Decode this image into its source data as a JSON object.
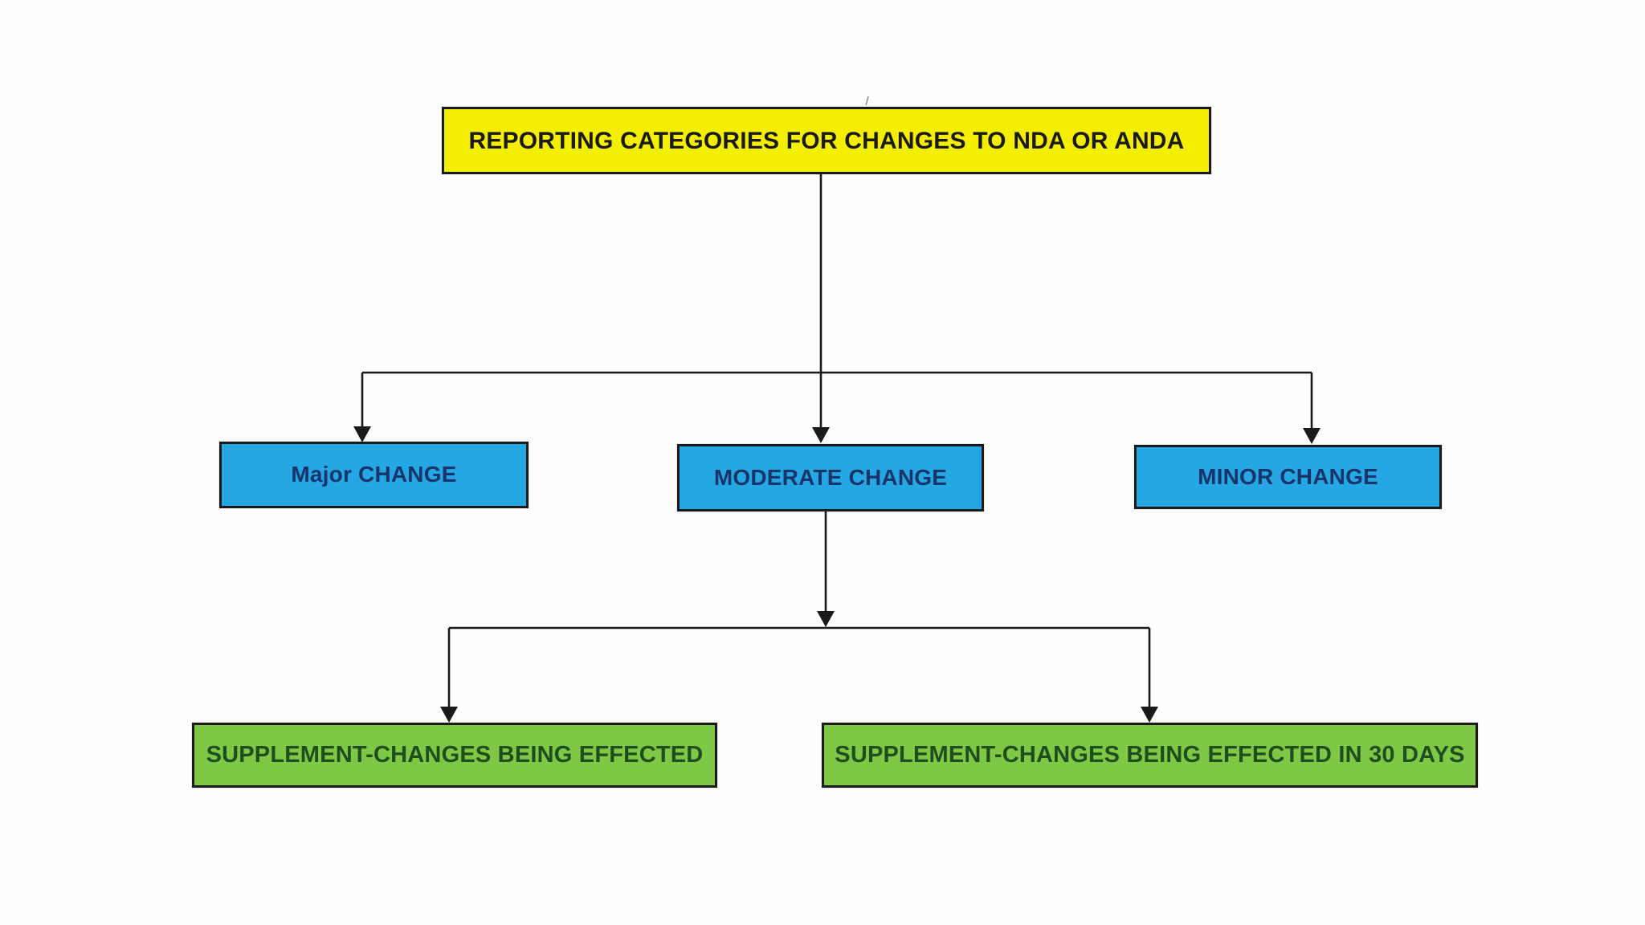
{
  "diagram": {
    "background": "#FEFEFE",
    "connector_color": "#1A1A1A",
    "title_node": {
      "label": "REPORTING CATEGORIES FOR CHANGES TO NDA OR ANDA",
      "fill": "#F4EE00",
      "text_color": "#1A1A1A"
    },
    "level2": [
      {
        "id": "major",
        "label": "Major CHANGE",
        "fill": "#24A7E2",
        "text_color": "#17356B"
      },
      {
        "id": "moderate",
        "label": "MODERATE CHANGE",
        "fill": "#24A7E2",
        "text_color": "#17356B"
      },
      {
        "id": "minor",
        "label": "MINOR CHANGE",
        "fill": "#24A7E2",
        "text_color": "#17356B"
      }
    ],
    "level3": [
      {
        "id": "sce",
        "label": "SUPPLEMENT-CHANGES BEING EFFECTED",
        "fill": "#7FC845",
        "text_color": "#1E4E1E"
      },
      {
        "id": "sce30",
        "label": "SUPPLEMENT-CHANGES BEING EFFECTED IN 30 DAYS",
        "fill": "#7FC845",
        "text_color": "#1E4E1E"
      }
    ]
  }
}
